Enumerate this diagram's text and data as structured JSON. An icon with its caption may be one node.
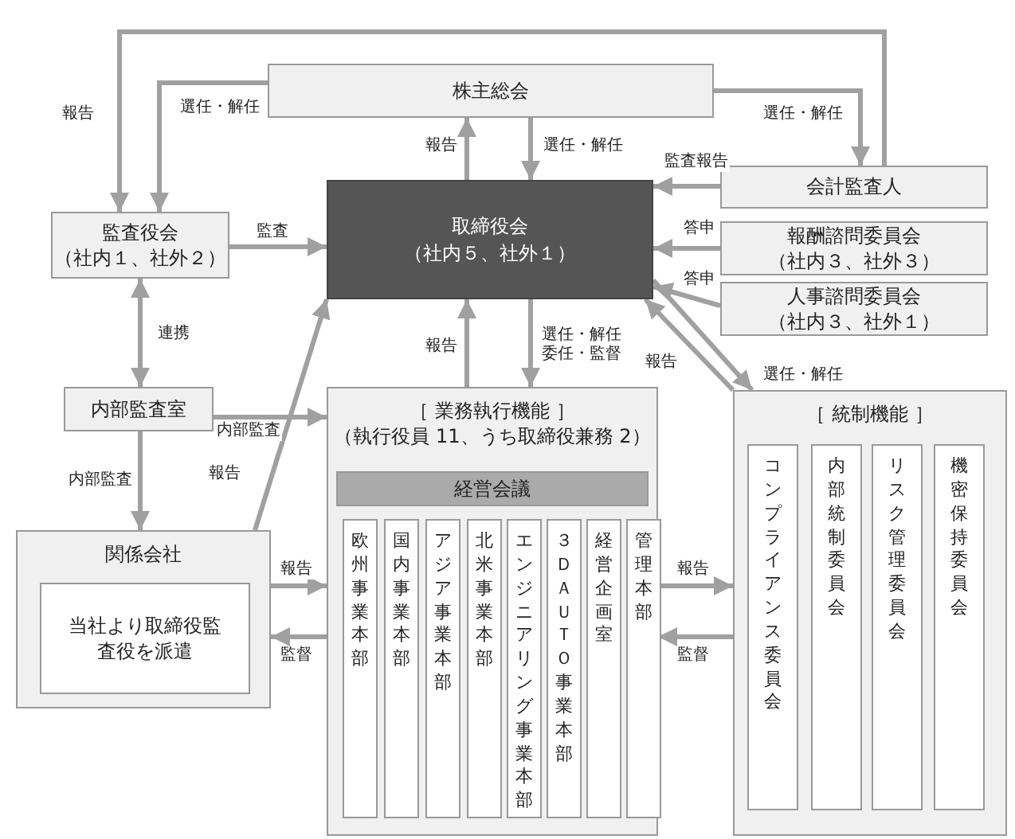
{
  "diagram": {
    "nodes": [
      {
        "text": [
          "株主総会"
        ]
      },
      {
        "text": [
          "取締役会",
          "（社内５、社外１）"
        ]
      },
      {
        "text": [
          "会計監査人"
        ]
      },
      {
        "text": [
          "監査役会",
          "（社内１、社外２）"
        ]
      },
      {
        "text": [
          "報酬諮問委員会",
          "（社内３、社外３）"
        ]
      },
      {
        "text": [
          "人事諮問委員会",
          "（社内３、社外１）"
        ]
      },
      {
        "text": [
          "内部監査室"
        ]
      },
      {
        "text": [
          "［ 業務執行機能 ］",
          "（執行役員 11、うち取締役兼務 2）"
        ]
      },
      {
        "text": [
          "経営会議"
        ],
        "in": 7
      },
      {
        "text": [
          "欧州事業本部"
        ],
        "in": 7
      },
      {
        "text": [
          "国内事業本部"
        ],
        "in": 7
      },
      {
        "text": [
          "アジア事業本部"
        ],
        "in": 7
      },
      {
        "text": [
          "北米事業本部"
        ],
        "in": 7
      },
      {
        "text": [
          "エンジニアリング事業本部"
        ],
        "in": 7
      },
      {
        "text": [
          "３ＤＡＵＴＯ事業本部"
        ],
        "in": 7
      },
      {
        "text": [
          "経営企画室"
        ],
        "in": 7
      },
      {
        "text": [
          "管理本部"
        ],
        "in": 7
      },
      {
        "text": [
          "［ 統制機能 ］"
        ]
      },
      {
        "text": [
          "コンプライアンス委員会"
        ],
        "in": 17
      },
      {
        "text": [
          "内部統制委員会"
        ],
        "in": 17
      },
      {
        "text": [
          "リスク管理委員会"
        ],
        "in": 17
      },
      {
        "text": [
          "機密保持委員会"
        ],
        "in": 17
      },
      {
        "text": [
          "関係会社"
        ]
      },
      {
        "text": [
          "当社より取締役監査役を派遣"
        ],
        "in": 22
      }
    ],
    "edges": [
      {
        "from": 0,
        "to": 3,
        "arrow": "to",
        "label": "選任・解任"
      },
      {
        "from": 0,
        "to": 2,
        "arrow": "to",
        "label": "選任・解任"
      },
      {
        "from": 1,
        "to": 0,
        "arrow": "to",
        "label": "報告"
      },
      {
        "from": 0,
        "to": 1,
        "arrow": "to",
        "label": "選任・解任"
      },
      {
        "from": 2,
        "to": 3,
        "arrow": "to",
        "label": "報告"
      },
      {
        "from": 2,
        "to": 1,
        "arrow": "to",
        "label": "監査報告"
      },
      {
        "from": 3,
        "to": 1,
        "arrow": "to",
        "label": "監査"
      },
      {
        "from": 4,
        "to": 1,
        "arrow": "to",
        "label": "答申"
      },
      {
        "from": 5,
        "to": 1,
        "arrow": "to",
        "label": "答申"
      },
      {
        "from": 3,
        "to": 6,
        "arrow": "both",
        "label": "連携"
      },
      {
        "from": 6,
        "to": 7,
        "arrow": "to",
        "label": "内部監査"
      },
      {
        "from": 6,
        "to": 22,
        "arrow": "to",
        "label": "内部監査"
      },
      {
        "from": 22,
        "to": 1,
        "arrow": "to",
        "label": "報告"
      },
      {
        "from": 7,
        "to": 1,
        "arrow": "to",
        "label": "報告"
      },
      {
        "from": 1,
        "to": 7,
        "arrow": "to",
        "label": "選任・解任委任・監督"
      },
      {
        "from": 17,
        "to": 1,
        "arrow": "to",
        "label": "報告"
      },
      {
        "from": 1,
        "to": 17,
        "arrow": "to",
        "label": "選任・解任"
      },
      {
        "from": 22,
        "to": 7,
        "arrow": "to",
        "label": "報告"
      },
      {
        "from": 7,
        "to": 22,
        "arrow": "to",
        "label": "監督"
      },
      {
        "from": 7,
        "to": 17,
        "arrow": "to",
        "label": "報告"
      },
      {
        "from": 17,
        "to": 7,
        "arrow": "to",
        "label": "監督"
      }
    ]
  }
}
